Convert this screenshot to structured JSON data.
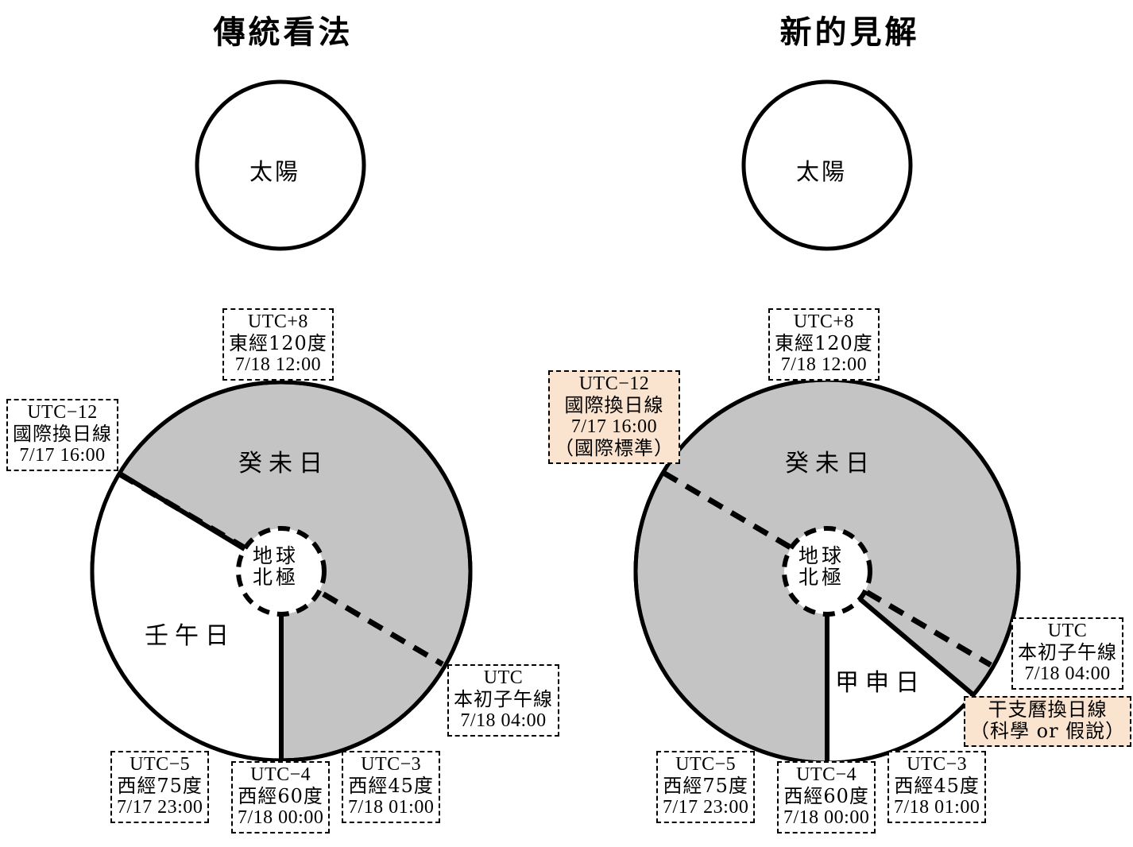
{
  "meta": {
    "gray_fill": "#c4c4c4",
    "highlight_fill": "#fae3cf",
    "stroke": "#000000"
  },
  "panels": [
    {
      "id": "traditional",
      "title": "傳統看法",
      "sun_label": "太陽",
      "pole_label_line1": "地球",
      "pole_label_line2": "北極",
      "day_shaded": "癸未日",
      "day_white": "壬午日",
      "tags": [
        {
          "name": "utc-plus-8",
          "highlight": false,
          "lines": [
            "UTC+8",
            "東經120度",
            "7/18  12:00"
          ]
        },
        {
          "name": "utc-minus-12",
          "highlight": false,
          "lines": [
            "UTC−12",
            "國際換日線",
            "7/17  16:00"
          ]
        },
        {
          "name": "utc-prime",
          "highlight": false,
          "lines": [
            "UTC",
            "本初子午線",
            "7/18  04:00"
          ]
        },
        {
          "name": "utc-minus-5",
          "highlight": false,
          "lines": [
            "UTC−5",
            "西經75度",
            "7/17  23:00"
          ]
        },
        {
          "name": "utc-minus-4",
          "highlight": false,
          "lines": [
            "UTC−4",
            "西經60度",
            "7/18  00:00"
          ]
        },
        {
          "name": "utc-minus-3",
          "highlight": false,
          "lines": [
            "UTC−3",
            "西經45度",
            "7/18  01:00"
          ]
        }
      ]
    },
    {
      "id": "new-view",
      "title": "新的見解",
      "sun_label": "太陽",
      "pole_label_line1": "地球",
      "pole_label_line2": "北極",
      "day_shaded": "癸未日",
      "day_white": "甲申日",
      "tags": [
        {
          "name": "utc-plus-8",
          "highlight": false,
          "lines": [
            "UTC+8",
            "東經120度",
            "7/18  12:00"
          ]
        },
        {
          "name": "utc-minus-12",
          "highlight": true,
          "lines": [
            "UTC−12",
            "國際換日線",
            "7/17  16:00",
            "（國際標準）"
          ]
        },
        {
          "name": "utc-prime",
          "highlight": false,
          "lines": [
            "UTC",
            "本初子午線",
            "7/18  04:00"
          ]
        },
        {
          "name": "ganzhi-line",
          "highlight": true,
          "lines": [
            "干支曆換日線",
            "（科學 or 假說）"
          ]
        },
        {
          "name": "utc-minus-5",
          "highlight": false,
          "lines": [
            "UTC−5",
            "西經75度",
            "7/17  23:00"
          ]
        },
        {
          "name": "utc-minus-4",
          "highlight": false,
          "lines": [
            "UTC−4",
            "西經60度",
            "7/18  00:00"
          ]
        },
        {
          "name": "utc-minus-3",
          "highlight": false,
          "lines": [
            "UTC−3",
            "西經45度",
            "7/18  01:00"
          ]
        }
      ]
    }
  ]
}
